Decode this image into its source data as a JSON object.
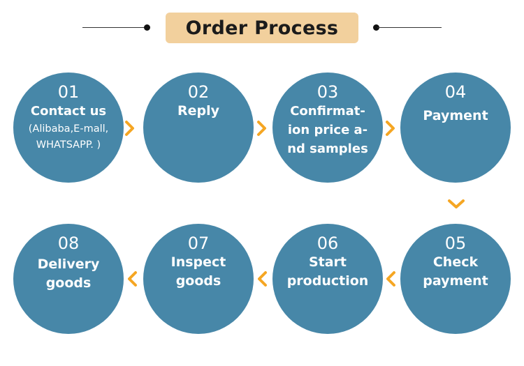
{
  "header": {
    "title": "Order Process"
  },
  "colors": {
    "circle": "#4787a8",
    "arrow": "#f5a623",
    "title_bg": "#f2d09d"
  },
  "steps": [
    {
      "number": "01",
      "label": "Contact us",
      "sub": "(Alibaba,E-mall,",
      "sub2": "WHATSAPP. )"
    },
    {
      "number": "02",
      "label": "Reply"
    },
    {
      "number": "03",
      "line1": "Confirmat-",
      "line2": "ion price a-",
      "line3": "nd samples"
    },
    {
      "number": "04",
      "label": "Payment"
    },
    {
      "number": "05",
      "line1": "Check",
      "line2": "payment"
    },
    {
      "number": "06",
      "line1": "Start",
      "line2": "production"
    },
    {
      "number": "07",
      "line1": "Inspect",
      "line2": "goods"
    },
    {
      "number": "08",
      "line1": "Delivery",
      "line2": "goods"
    }
  ],
  "arrows": [
    "chevron-right-icon",
    "chevron-down-icon",
    "chevron-left-icon"
  ]
}
